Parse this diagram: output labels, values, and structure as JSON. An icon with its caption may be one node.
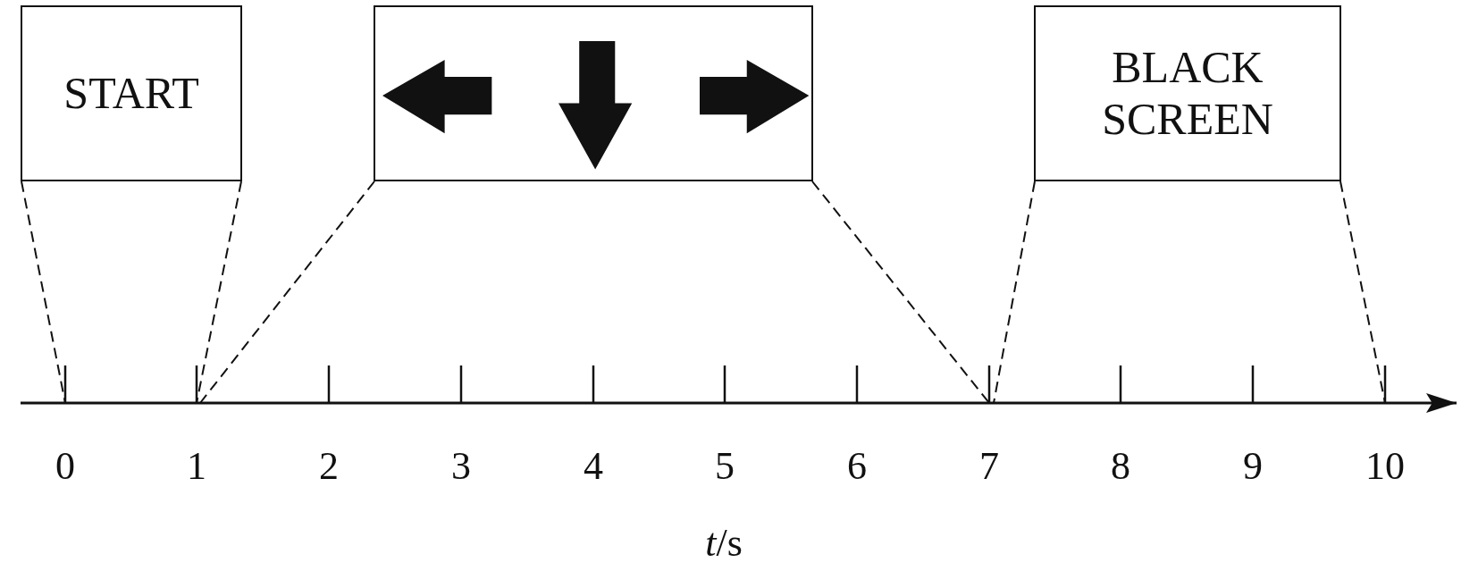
{
  "diagram": {
    "nodes": [
      {
        "text": [
          "START"
        ]
      },
      {
        "text": [],
        "shape": "picture"
      },
      {
        "text": [
          "BLACK SCREEN"
        ]
      }
    ],
    "edges": [
      {
        "from": 0,
        "to": null,
        "arrow": "none",
        "style": "dashed"
      },
      {
        "from": 0,
        "to": null,
        "arrow": "none",
        "style": "dashed"
      },
      {
        "from": 1,
        "to": null,
        "arrow": "none",
        "style": "dashed"
      },
      {
        "from": 1,
        "to": null,
        "arrow": "none",
        "style": "dashed"
      },
      {
        "from": 2,
        "to": null,
        "arrow": "none",
        "style": "dashed"
      },
      {
        "from": 2,
        "to": null,
        "arrow": "none",
        "style": "dashed"
      }
    ],
    "labels": [
      "0",
      "1",
      "2",
      "3",
      "4",
      "5",
      "6",
      "7",
      "8",
      "9",
      "10",
      "*t*/s"
    ]
  }
}
